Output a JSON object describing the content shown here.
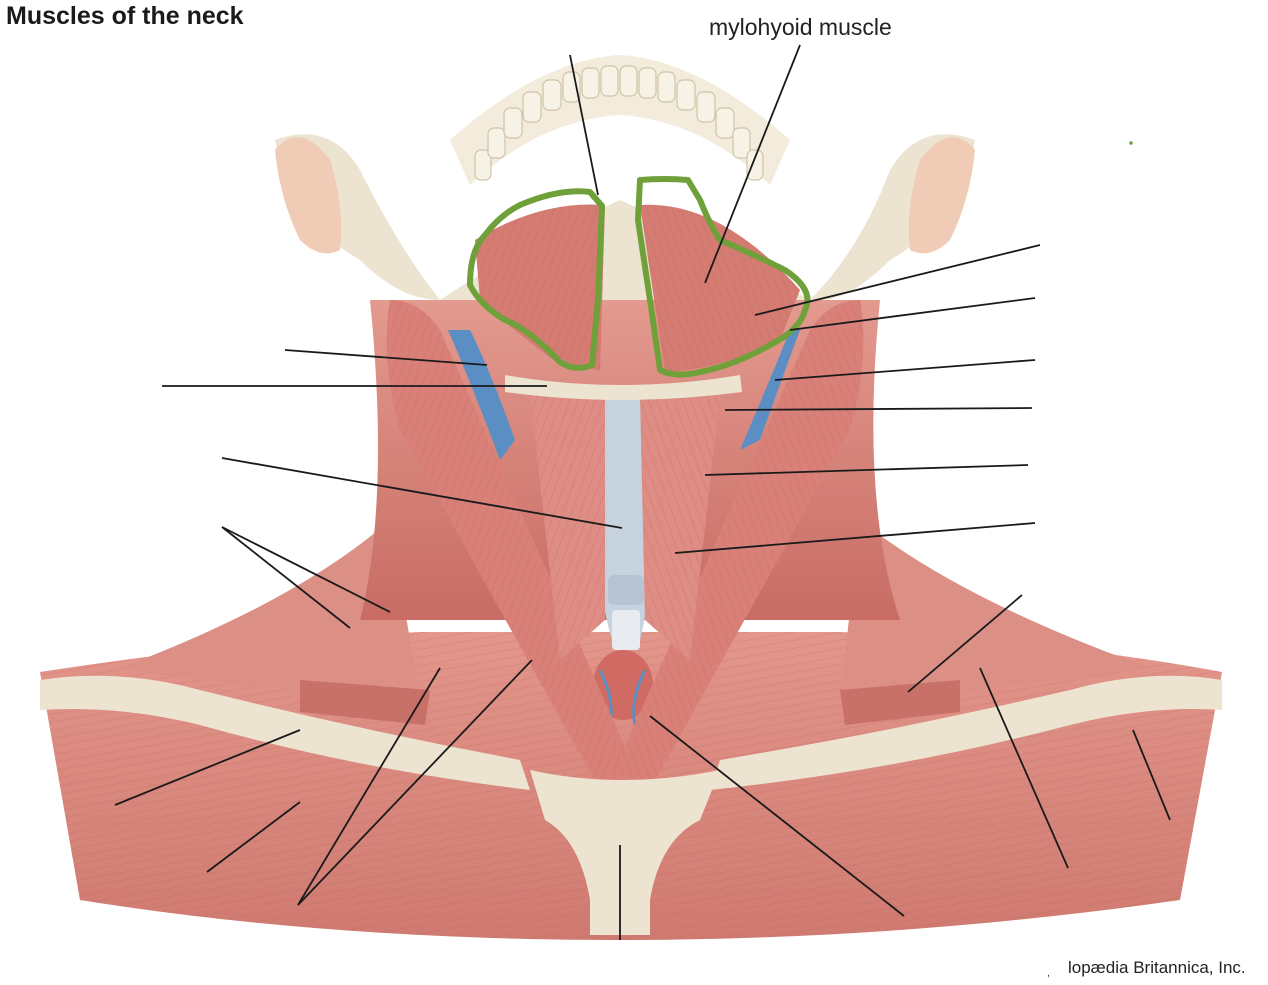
{
  "title": "Muscles of the neck",
  "callout_label": "mylohyoid muscle",
  "credit": "lopædia Britannica, Inc.",
  "colors": {
    "muscle": "#d9837a",
    "muscle_dark": "#b85c56",
    "muscle_light": "#eab0a6",
    "bone": "#ece3d0",
    "bone_shadow": "#d9ccb2",
    "skin": "#f0cbb5",
    "vein": "#5b8fc4",
    "trachea": "#c6d3df",
    "highlight": "#6fa03a",
    "leader": "#1a1a1a"
  },
  "leader_count": 20
}
